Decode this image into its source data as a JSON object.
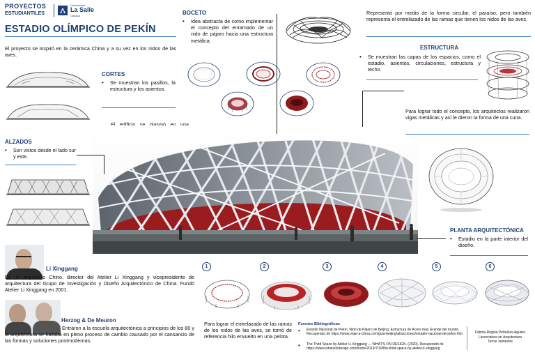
{
  "brand": {
    "line1": "PROYECTOS",
    "line2": "ESTUDIANTILES",
    "uni_small": "Universidad",
    "uni_name": "La Salle",
    "uni_city": "Oaxaca"
  },
  "title": "ESTADIO OLÍMPICO DE PEKÍN",
  "intro": "El proyecto se inspiró en la cerámica China y a su vez en los nidos de las aves.",
  "cortes": {
    "heading": "CORTES",
    "bullet": "Se muestran los pasillos, la estructura y los asientos."
  },
  "alzados": {
    "heading": "ALZADOS",
    "bullet": "Son vistos desde el lado sur y este."
  },
  "modern_text": "El edificio se plasmó en una estructura moderna poniendo la esencia del País de China.",
  "boceto": {
    "heading": "BOCETO",
    "bullet": "Idea abstracta de como implementar el concepto del enramado de un nido de pájaro hacia una estructura metálica."
  },
  "circular_text": "Representó por medio de la forma circular, el paraíso, pero también representa el entrelazado de las ramas que tienen los nidos de las aves.",
  "estructura": {
    "heading": "ESTRUCTURA",
    "bullet": "Se muestran las capas de los espacios, como el estadio, asientos, circulaciones, estructura y techo."
  },
  "vigas_text": "Para lograr todo el concepto, los arquitectos realizaron vigas metálicas y así le dieron la forma de una cuna.",
  "planta": {
    "heading": "PLANTA ARQUITECTÓNICA",
    "bullet": "Estadio en la parte interior del diseño."
  },
  "architects": [
    {
      "name": "Li Xinggang",
      "bio": "Es un arquitecto Chino, director del Atelier Li Xinggang y vicepresidente de arquitectura del Grupo de Investigación y Diseño Arquitectónico de China. Fundó Atelier Li Xinggang en 2001."
    },
    {
      "name": "Herzog & De Meuron",
      "bio": "Entraron a la escuela arquitectónica a principios de los 80 y la arquitectura se hallaba en pleno proceso de cambio causado por el cansancio de las formas y soluciones postmodernas."
    }
  ],
  "entrelazado_text": "Para lograr el entrelazado de las ramas de los nidos de las aves, se tomó de referencia hilo envuelto en una pelota.",
  "steps": [
    "1",
    "2",
    "3",
    "4",
    "5",
    "6"
  ],
  "fuentes": {
    "heading": "Fuentes Bibliográficas",
    "items": [
      "Estadio Nacional de Pekín, Nido de Pájaro de Beijing, Estructura de Acero más Grande del mundo. Recuperado de https://www.viaje-a-china.com/guia-beijing/atracciones/estadio-nacional-de-pekin.htm",
      "The Third Space by Atelier Li Xinggang — WHAT'S ON DESIGN. (2020). Recuperado de https://www.whatsondesign.com/home/2019/7/19/the-third-space-by-atelier-li-xinggang"
    ]
  },
  "author": {
    "name": "Fátima Regina Peñaloza Aguirre",
    "career": "Licenciatura en Arquitectura",
    "semester": "Tercer semestre"
  },
  "colors": {
    "accent": "#1f3f73",
    "rule": "#3f82c2",
    "stadium_red": "#9b1c1f",
    "steel": "#dfe3e8"
  }
}
